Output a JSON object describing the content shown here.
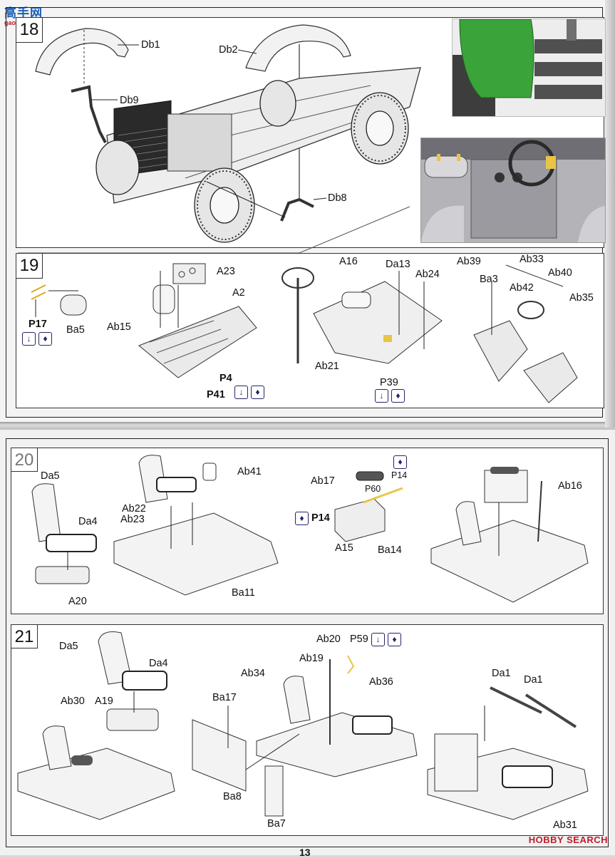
{
  "site_logo": {
    "text": "高手网",
    "url": "gao-shou.com"
  },
  "watermark": "HOBBY SEARCH",
  "page_number": "13",
  "steps": {
    "s18": {
      "number": "18",
      "parts": {
        "db1": "Db1",
        "db2": "Db2",
        "db9": "Db9",
        "db8": "Db8"
      }
    },
    "s19": {
      "number": "19",
      "parts": {
        "p17": "P17",
        "ba5": "Ba5",
        "a23": "A23",
        "a2": "A2",
        "ab15": "Ab15",
        "p4": "P4",
        "p41": "P41",
        "a16": "A16",
        "da13": "Da13",
        "ab24": "Ab24",
        "ab21": "Ab21",
        "p39": "P39",
        "ab39": "Ab39",
        "ab33": "Ab33",
        "ba3": "Ba3",
        "ab40": "Ab40",
        "ab42": "Ab42",
        "ab35": "Ab35"
      }
    },
    "s20": {
      "number": "20",
      "parts": {
        "da5": "Da5",
        "da4": "Da4",
        "a20": "A20",
        "ab41": "Ab41",
        "ab22": "Ab22",
        "ab23": "Ab23",
        "ba11": "Ba11",
        "ab17": "Ab17",
        "p14a": "P14",
        "p60": "P60",
        "p14b": "P14",
        "a15": "A15",
        "ba14": "Ba14",
        "ab16": "Ab16"
      }
    },
    "s21": {
      "number": "21",
      "parts": {
        "da5": "Da5",
        "da4": "Da4",
        "ab30": "Ab30",
        "a19": "A19",
        "ab34": "Ab34",
        "ba17": "Ba17",
        "ba8": "Ba8",
        "ba7": "Ba7",
        "ab20": "Ab20",
        "p59": "P59",
        "ab19": "Ab19",
        "ab36": "Ab36",
        "da1a": "Da1",
        "da1b": "Da1",
        "ab31": "Ab31"
      }
    }
  },
  "icons": {
    "bend": "↓",
    "cut": "✂",
    "glue": "♦"
  },
  "colors": {
    "green_fender": "#3aa33a",
    "frame": "#222222",
    "pe_part": "#e8c547"
  }
}
